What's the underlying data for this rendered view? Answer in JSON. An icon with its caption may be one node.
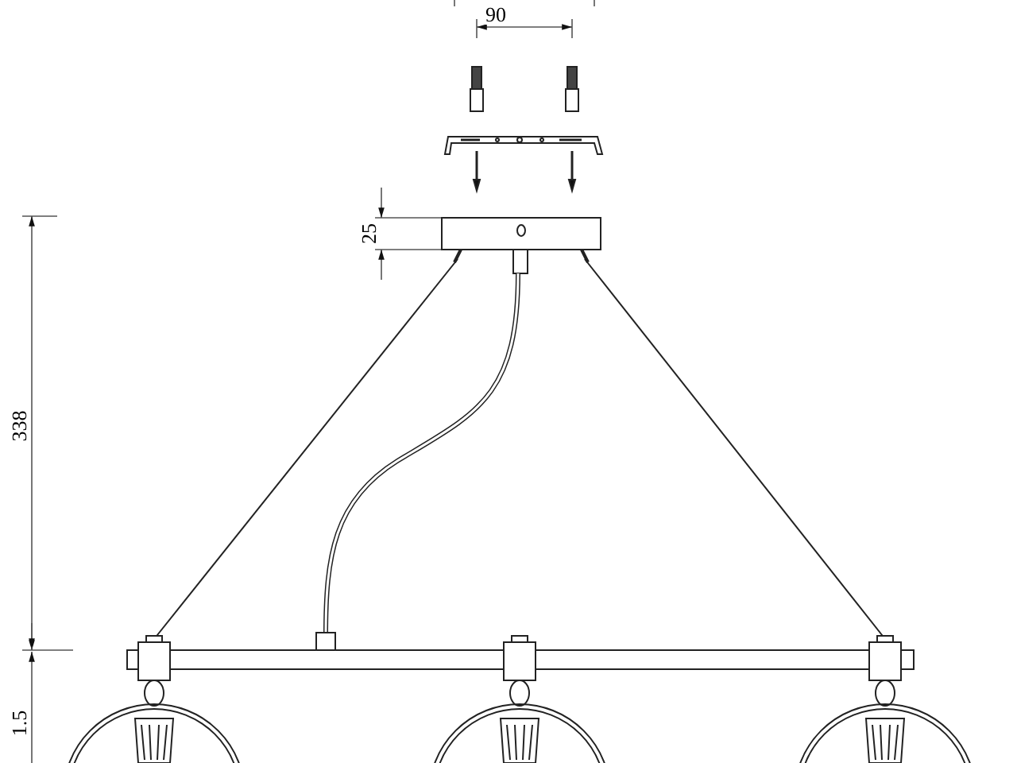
{
  "diagram": {
    "labels": [
      "90",
      "25",
      "338",
      "1.5"
    ]
  }
}
